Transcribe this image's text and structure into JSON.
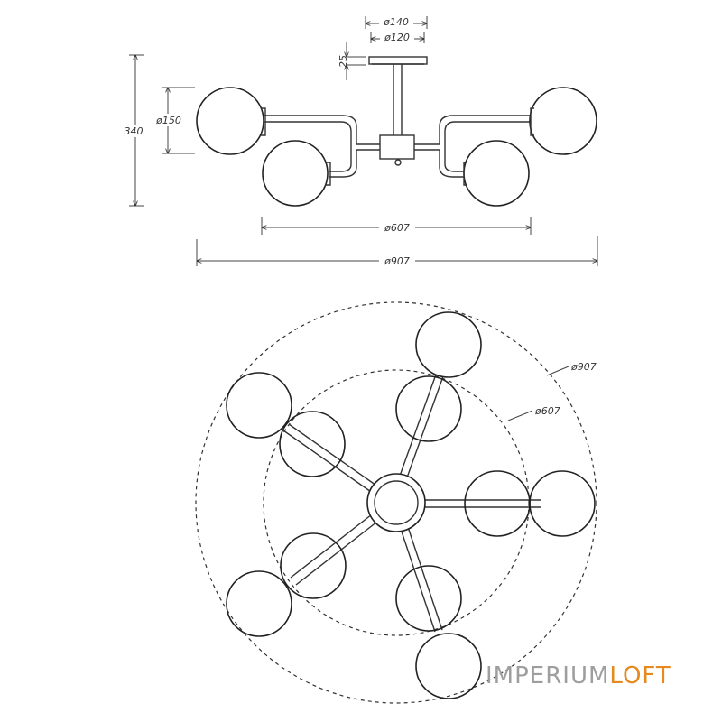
{
  "dimensions": {
    "d140": "ø140",
    "d120": "ø120",
    "h25": "25",
    "h340": "340",
    "d150": "ø150",
    "d607": "ø607",
    "d907": "ø907"
  },
  "plan_labels": {
    "outer": "ø907",
    "inner": "ø607"
  },
  "watermark": {
    "part1": "IMPERIUM",
    "part2": "LOFT",
    "accent_color": "#e58a1f"
  }
}
